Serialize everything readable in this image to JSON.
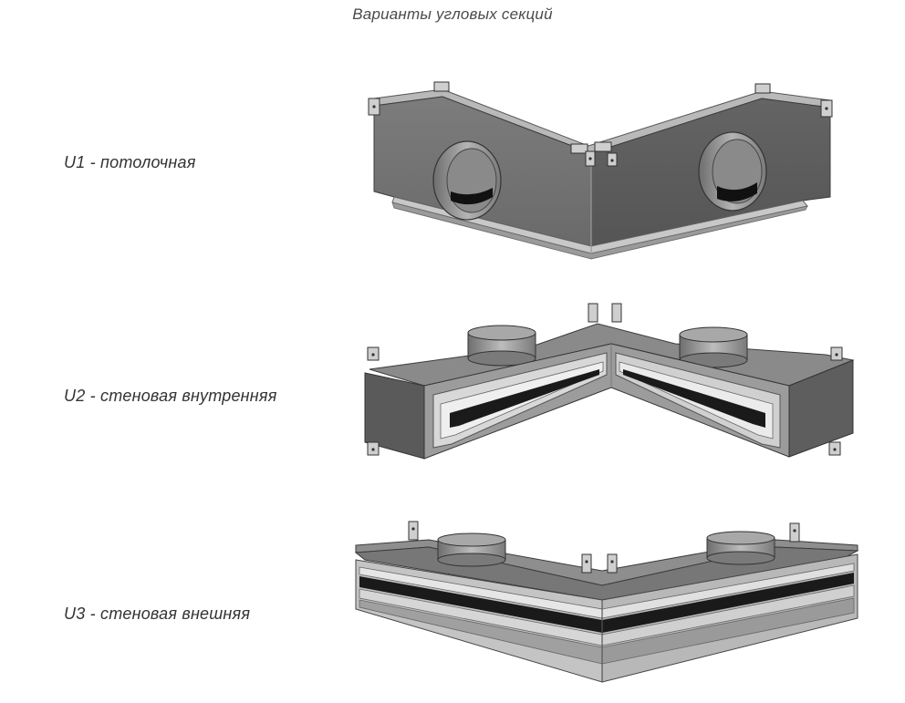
{
  "title": "Варианты угловых секций",
  "variants": [
    {
      "label": "U1 - потолочная"
    },
    {
      "label": "U2 - стеновая внутренняя"
    },
    {
      "label": "U3 - стеновая внешняя"
    }
  ],
  "colors": {
    "background": "#ffffff",
    "text": "#333333",
    "metal_dark": "#5f5f5f",
    "metal_mid": "#7a7a7a",
    "metal_light": "#a9a9a9",
    "grille_slot": "#1a1a1a"
  }
}
